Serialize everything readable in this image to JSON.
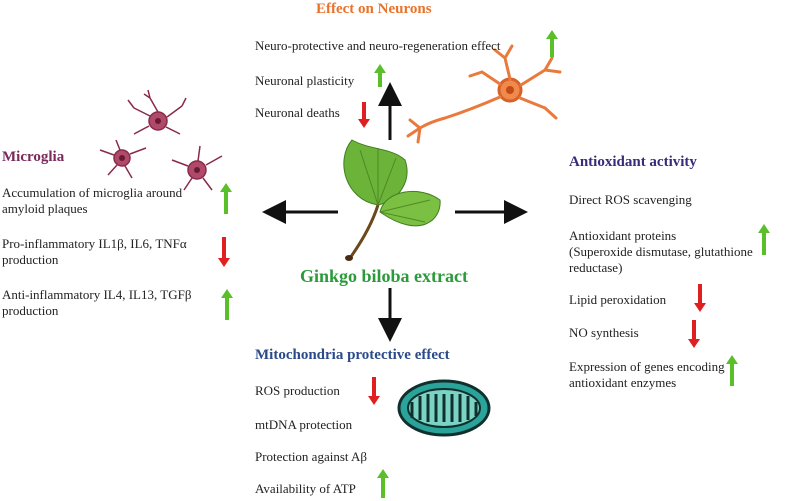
{
  "center": {
    "title": "Ginkgo biloba extract"
  },
  "neurons": {
    "title": "Effect on Neurons",
    "items": [
      "Neuro-protective and neuro-regeneration effect",
      "Neuronal plasticity",
      "Neuronal deaths"
    ]
  },
  "microglia": {
    "title": "Microglia",
    "item1": [
      "Accumulation of microglia around",
      "amyloid plaques"
    ],
    "item2": [
      "Pro-inflammatory IL1β, IL6, TNFα",
      "production"
    ],
    "item3": [
      "Anti-inflammatory IL4, IL13, TGFβ",
      "production"
    ]
  },
  "antioxidant": {
    "title": "Antioxidant activity",
    "item1": "Direct ROS scavenging",
    "item2": [
      "Antioxidant proteins",
      "(Superoxide dismutase, glutathione",
      "reductase)"
    ],
    "item3": "Lipid peroxidation",
    "item4": "NO synthesis",
    "item5": [
      "Expression of genes encoding",
      "antioxidant enzymes"
    ]
  },
  "mitochondria": {
    "title": "Mitochondria protective effect",
    "items": [
      "ROS production",
      "mtDNA protection",
      "Protection against Aβ",
      "Availability of ATP"
    ]
  },
  "colors": {
    "up": "#5bbf2a",
    "down": "#e02020",
    "leaf": "#6cb33a",
    "neuron": "#e97a3c",
    "microglia": "#8a2a4a",
    "mito": "#2aa39a"
  }
}
